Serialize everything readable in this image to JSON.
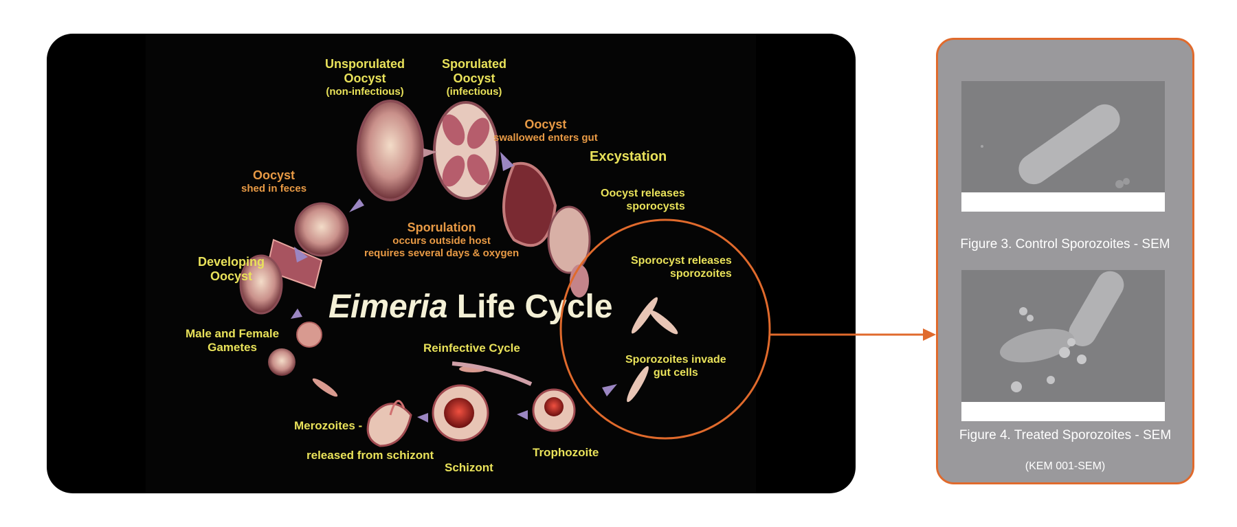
{
  "diagram": {
    "title_italic": "Eimeria",
    "title_rest": " Life Cycle",
    "labels": {
      "unsporulated_title": "Unsporulated\nOocyst",
      "unsporulated_sub": "(non-infectious)",
      "sporulated_title": "Sporulated\nOocyst",
      "sporulated_sub": "(infectious)",
      "oocyst_swallowed_title": "Oocyst",
      "oocyst_swallowed_sub": "swallowed enters gut",
      "excystation": "Excystation",
      "oocyst_releases": "Oocyst releases\nsporocysts",
      "oocyst_shed_title": "Oocyst",
      "oocyst_shed_sub": "shed in feces",
      "sporulation_title": "Sporulation",
      "sporulation_sub": "occurs outside host\nrequires several days & oxygen",
      "developing_oocyst": "Developing\nOocyst",
      "sporocyst_releases": "Sporocyst releases\nsporozoites",
      "male_female": "Male and Female\nGametes",
      "reinfective": "Reinfective Cycle",
      "sporozoites_invade": "Sporozoites invade\ngut cells",
      "merozoites": "Merozoites -",
      "released_schizont": "released from schizont",
      "schizont": "Schizont",
      "trophozoite": "Trophozoite"
    }
  },
  "figures": {
    "figure3_caption": "Figure 3. Control Sporozoites - SEM",
    "figure4_caption": "Figure 4. Treated Sporozoites - SEM",
    "code": "(KEM 001-SEM)"
  },
  "colors": {
    "accent": "#e06a2c",
    "label_yellow": "#e9e25a",
    "label_orange": "#e89a45",
    "panel_gray": "#9a999c"
  }
}
